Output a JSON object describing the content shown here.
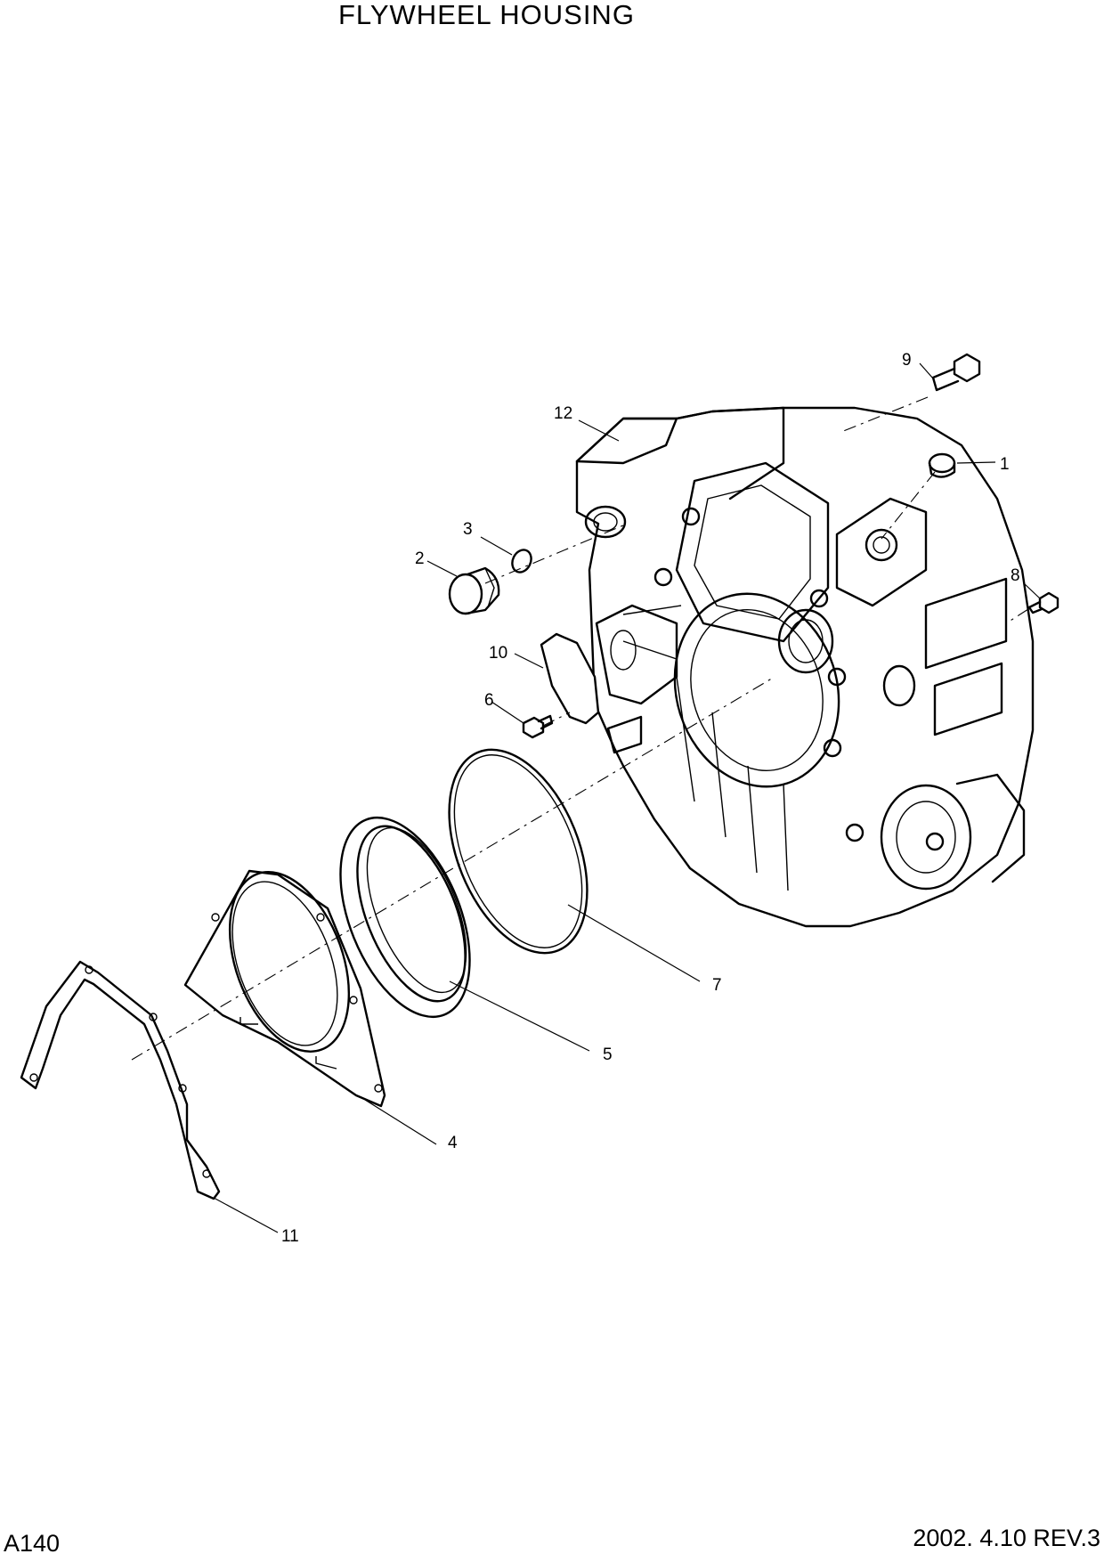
{
  "header": {
    "title": "FLYWHEEL HOUSING"
  },
  "footer": {
    "page_code": "A140",
    "revision": "2002. 4.10 REV.3"
  },
  "callouts": [
    {
      "id": "c1",
      "label": "1"
    },
    {
      "id": "c2",
      "label": "2"
    },
    {
      "id": "c3",
      "label": "3"
    },
    {
      "id": "c4",
      "label": "4"
    },
    {
      "id": "c5",
      "label": "5"
    },
    {
      "id": "c6",
      "label": "6"
    },
    {
      "id": "c7",
      "label": "7"
    },
    {
      "id": "c8",
      "label": "8"
    },
    {
      "id": "c9",
      "label": "9"
    },
    {
      "id": "c10",
      "label": "10"
    },
    {
      "id": "c11",
      "label": "11"
    },
    {
      "id": "c12",
      "label": "12"
    }
  ]
}
